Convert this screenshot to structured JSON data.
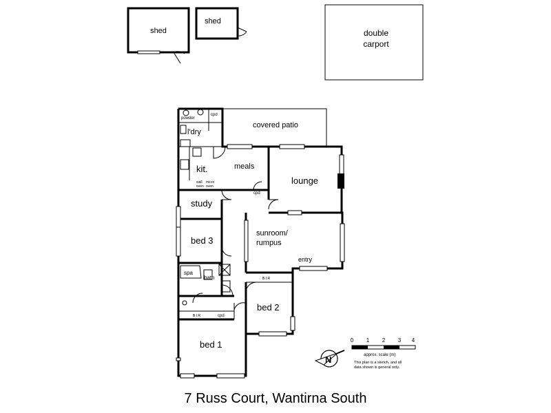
{
  "plan": {
    "rooms": {
      "shed_1": "shed",
      "shed_2": "shed",
      "carport_1": "double",
      "carport_2": "carport",
      "covered_patio": "covered patio",
      "powder": "powder",
      "cpd_powder": "cpd",
      "ldry": "l'dry",
      "kitchen": "kit.",
      "wall_oven_1": "wall",
      "wall_oven_2": "oven",
      "micro_oven_1": "micro",
      "micro_oven_2": "oven",
      "meals": "meals",
      "cpd_meals": "cpd",
      "lounge": "lounge",
      "study": "study",
      "sunroom_1": "sunroom/",
      "sunroom_2": "rumpus",
      "entry": "entry",
      "bed3": "bed 3",
      "spa": "spa",
      "bath": "bath",
      "bir_bed2": "B.I.R",
      "bed2": "bed 2",
      "bir_bed1": "B.I.R",
      "cpd_bed1": "cpd",
      "bed1": "bed 1"
    },
    "compass_letter": "N",
    "scale": {
      "ticks": [
        "0",
        "1",
        "2",
        "3",
        "4"
      ],
      "label": "approx. scale (m)",
      "note_1": "This plan is a sketch, and all",
      "note_2": "data shown is general only."
    }
  },
  "address": "7 Russ Court, Wantirna South"
}
